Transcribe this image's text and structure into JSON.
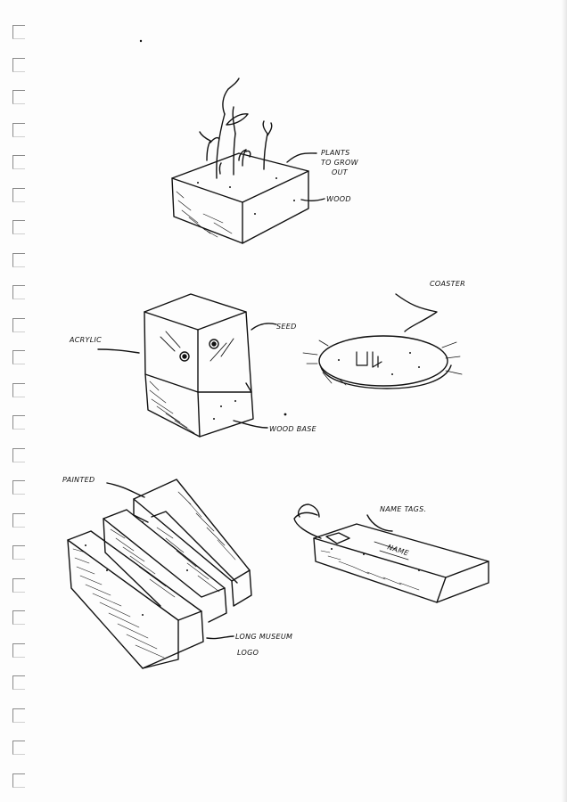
{
  "labels": {
    "plants_line1": "PLANTS",
    "plants_line2": "TO GROW",
    "plants_line3": "OUT",
    "wood": "WOOD",
    "seed": "SEED",
    "acrylic": "ACRYLIC",
    "wood_base": "WOOD BASE",
    "coaster": "COASTER",
    "coaster_logo": "LM",
    "painted": "PAINTED",
    "name_tags": "NAME TAGS.",
    "name_on_tag": "NAME",
    "museum_logo_line1": "LONG MUSEUM",
    "museum_logo_line2": "LOGO"
  },
  "colors": {
    "ink": "#111111",
    "paper": "#fdfdfd",
    "binding": "#8a8a8a"
  }
}
